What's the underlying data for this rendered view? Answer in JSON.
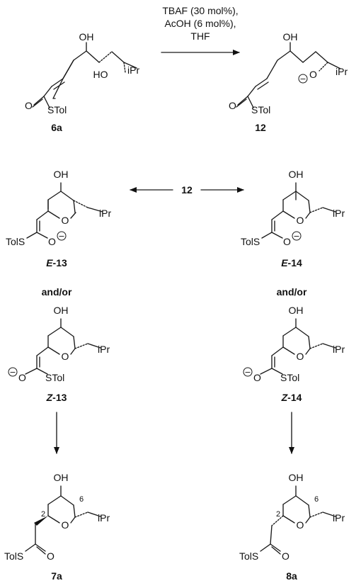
{
  "atoms": {
    "oh": "OH",
    "ho": "HO",
    "ipr": "iPr",
    "o": "O",
    "stol": "STol",
    "tols": "TolS",
    "minus": "−",
    "pos2": "2",
    "pos6": "6"
  },
  "reagents": {
    "line1": "TBAF (30 mol%),",
    "line2": "AcOH (6 mol%),",
    "line3": "THF"
  },
  "labels": {
    "c6a": "6a",
    "c12": "12",
    "e13_prefix": "E",
    "e13_suffix": "-13",
    "e14_prefix": "E",
    "e14_suffix": "-14",
    "andor_left": "and/or",
    "andor_right": "and/or",
    "z13_prefix": "Z",
    "z13_suffix": "-13",
    "z14_prefix": "Z",
    "z14_suffix": "-14",
    "c7a": "7a",
    "c8a": "8a",
    "center12": "12"
  }
}
